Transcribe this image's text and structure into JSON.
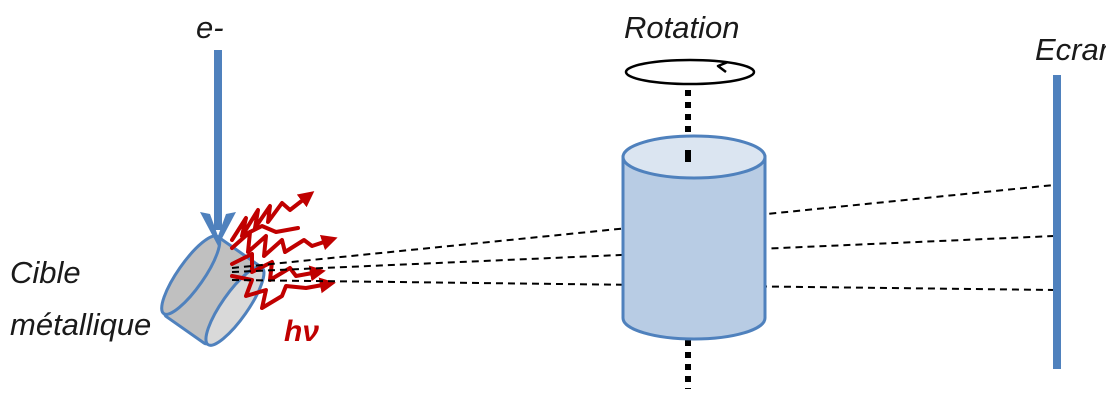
{
  "labels": {
    "electron": "e-",
    "rotation": "Rotation",
    "screen": "Ecran",
    "target_line1": "Cible",
    "target_line2": "métallique",
    "photon": "hν"
  },
  "colors": {
    "beam_blue": "#4f81bd",
    "photon_red": "#c00000",
    "cylinder_fill": "#b8cce4",
    "cylinder_stroke": "#4f81bd",
    "target_fill": "#c0c0c0",
    "line_black": "#000000"
  }
}
